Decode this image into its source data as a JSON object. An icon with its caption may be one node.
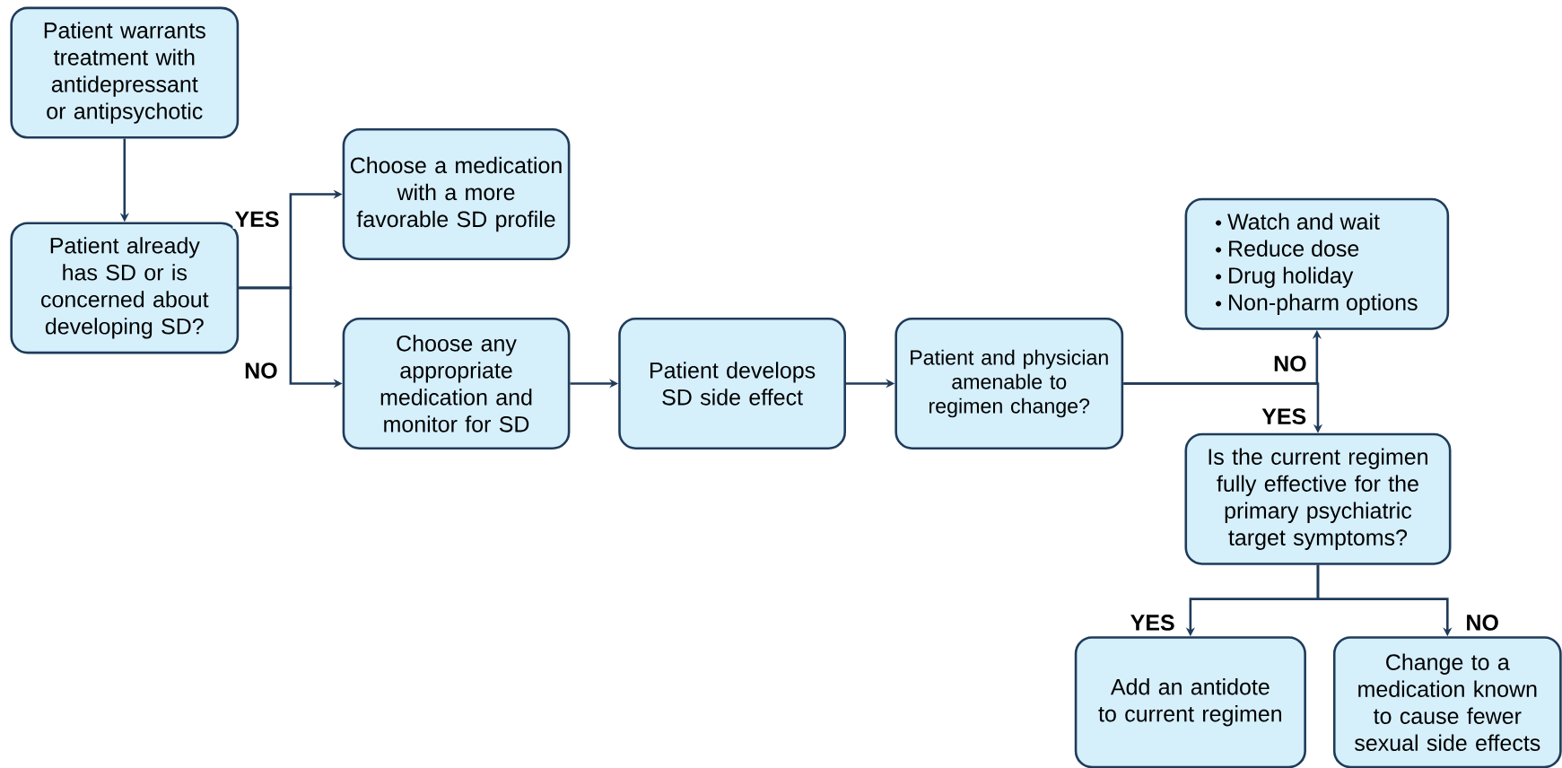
{
  "diagram": {
    "nodes": [
      {
        "text": [
          "Patient warrants treatment with antidepressant or antipsychotic"
        ]
      },
      {
        "text": [
          "Patient already has SD or is concerned about developing SD?"
        ]
      },
      {
        "text": [
          "Choose a medication with a more favorable SD profile"
        ]
      },
      {
        "text": [
          "Choose any appropriate medication and monitor for SD"
        ]
      },
      {
        "text": [
          "Patient develops SD side effect"
        ]
      },
      {
        "text": [
          "Patient and physician amenable to regimen change?"
        ]
      },
      {
        "text": [
          "Watch and wait",
          "Reduce dose",
          "Drug holiday",
          "Non-pharm options"
        ]
      },
      {
        "text": [
          "Is the current regimen fully effective for the primary psychiatric target symptoms?"
        ]
      },
      {
        "text": [
          "Add an antidote to current regimen"
        ]
      },
      {
        "text": [
          "Change to a medication known to cause fewer sexual side effects"
        ]
      }
    ],
    "edges": [
      {
        "from": 0,
        "to": 1,
        "arrow": "to"
      },
      {
        "from": 1,
        "to": 2,
        "arrow": "to",
        "label": "YES"
      },
      {
        "from": 1,
        "to": 3,
        "arrow": "to",
        "label": "NO"
      },
      {
        "from": 3,
        "to": 4,
        "arrow": "to"
      },
      {
        "from": 4,
        "to": 5,
        "arrow": "to"
      },
      {
        "from": 5,
        "to": 6,
        "arrow": "to",
        "label": "NO"
      },
      {
        "from": 5,
        "to": 7,
        "arrow": "to",
        "label": "YES"
      },
      {
        "from": 7,
        "to": 8,
        "arrow": "to",
        "label": "YES"
      },
      {
        "from": 7,
        "to": 9,
        "arrow": "to",
        "label": "NO"
      }
    ]
  }
}
